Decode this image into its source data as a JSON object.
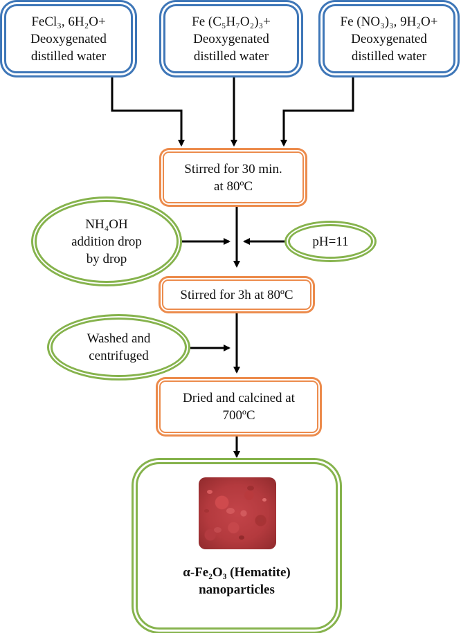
{
  "colors": {
    "start_border": "#3f77b8",
    "process_border": "#ec8b4c",
    "additive_border": "#86b34d",
    "arrow": "#000000"
  },
  "precursors": [
    {
      "label": "FeCl₃, 6H₂O+\nDeoxygenated\ndistilled water"
    },
    {
      "label": "Fe (C₅H₇O₂)₃+\nDeoxygenated\ndistilled water"
    },
    {
      "label": "Fe (NO₃)₃, 9H₂O+\nDeoxygenated\ndistilled water"
    }
  ],
  "steps": {
    "stir_30min": "Stirred for 30 min.\nat 80ºC",
    "stir_3h": "Stirred for 3h at 80ºC",
    "dry_calcine": "Dried and calcined at\n700ºC"
  },
  "additives": {
    "nh4oh": "NH₄OH\naddition drop\nby drop",
    "ph": "pH=11",
    "wash": "Washed and\ncentrifuged"
  },
  "product": {
    "image": "hematite-powder-photo",
    "label": "α-Fe₂O₃ (Hematite)\nnanoparticles"
  }
}
